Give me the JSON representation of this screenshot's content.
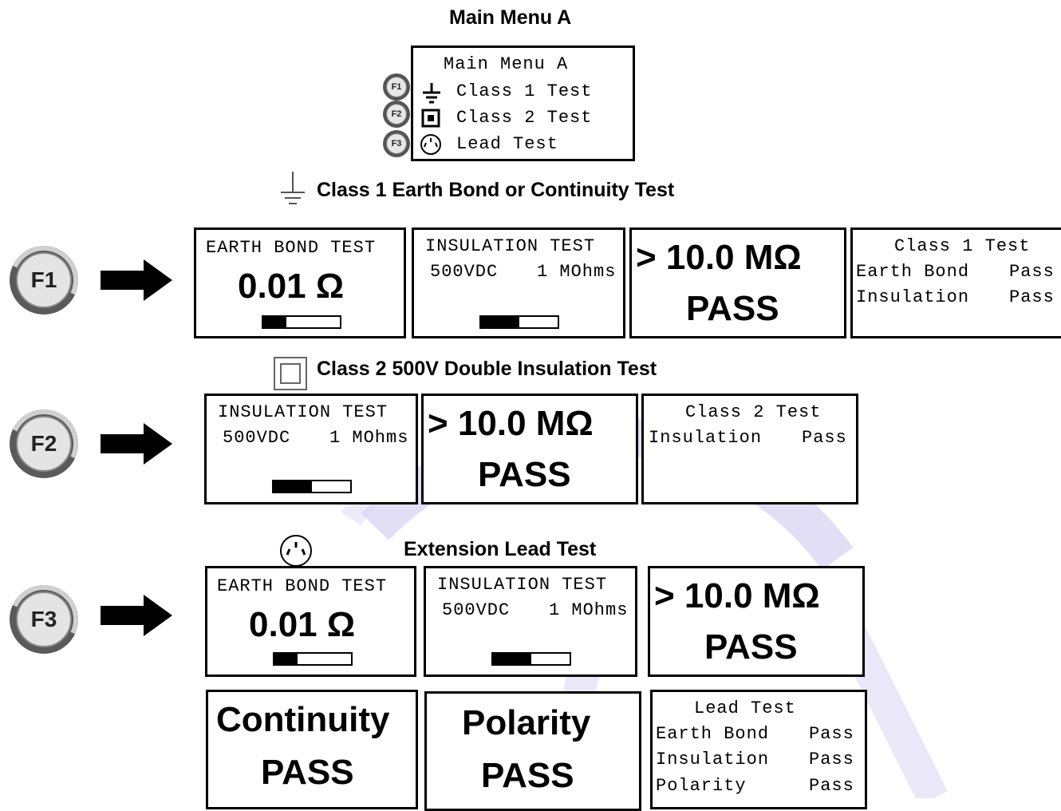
{
  "title": "Main Menu A",
  "main_menu": {
    "header": "Main Menu A",
    "items": [
      {
        "key": "F1",
        "icon": "earth-ground-icon",
        "label": "Class 1 Test"
      },
      {
        "key": "F2",
        "icon": "double-insulation-icon",
        "label": "Class 2 Test"
      },
      {
        "key": "F3",
        "icon": "power-socket-icon",
        "label": "Lead Test"
      }
    ]
  },
  "sections": {
    "class1": {
      "key": "F1",
      "heading": "Class 1 Earth Bond or Continuity Test",
      "screens": {
        "earth_bond": {
          "title": "EARTH BOND TEST",
          "value": "0.01 Ω",
          "progress": 0.3
        },
        "insulation": {
          "title": "INSULATION TEST",
          "voltage": "500VDC",
          "limit": "1 MOhms",
          "progress": 0.5
        },
        "result": {
          "value": "> 10.0 MΩ",
          "status": "PASS"
        },
        "summary": {
          "title": "Class 1 Test",
          "rows": [
            {
              "label": "Earth Bond",
              "result": "Pass"
            },
            {
              "label": "Insulation",
              "result": "Pass"
            }
          ]
        }
      }
    },
    "class2": {
      "key": "F2",
      "heading": "Class 2 500V Double Insulation Test",
      "screens": {
        "insulation": {
          "title": "INSULATION TEST",
          "voltage": "500VDC",
          "limit": "1 MOhms",
          "progress": 0.5
        },
        "result": {
          "value": "> 10.0 MΩ",
          "status": "PASS"
        },
        "summary": {
          "title": "Class 2 Test",
          "rows": [
            {
              "label": "Insulation",
              "result": "Pass"
            }
          ]
        }
      }
    },
    "lead": {
      "key": "F3",
      "heading": "Extension Lead Test",
      "screens": {
        "earth_bond": {
          "title": "EARTH BOND TEST",
          "value": "0.01 Ω",
          "progress": 0.3
        },
        "insulation": {
          "title": "INSULATION TEST",
          "voltage": "500VDC",
          "limit": "1 MOhms",
          "progress": 0.5
        },
        "result": {
          "value": "> 10.0 MΩ",
          "status": "PASS"
        },
        "continuity": {
          "title": "Continuity",
          "status": "PASS"
        },
        "polarity": {
          "title": "Polarity",
          "status": "PASS"
        },
        "summary": {
          "title": "Lead Test",
          "rows": [
            {
              "label": "Earth Bond",
              "result": "Pass"
            },
            {
              "label": "Insulation",
              "result": "Pass"
            },
            {
              "label": "Polarity",
              "result": "Pass"
            }
          ]
        }
      }
    }
  },
  "colors": {
    "ink": "#000000",
    "key_ring": "#5a5a5a",
    "key_face": "#e4e4e4",
    "watermark": "#d9d6f2"
  }
}
